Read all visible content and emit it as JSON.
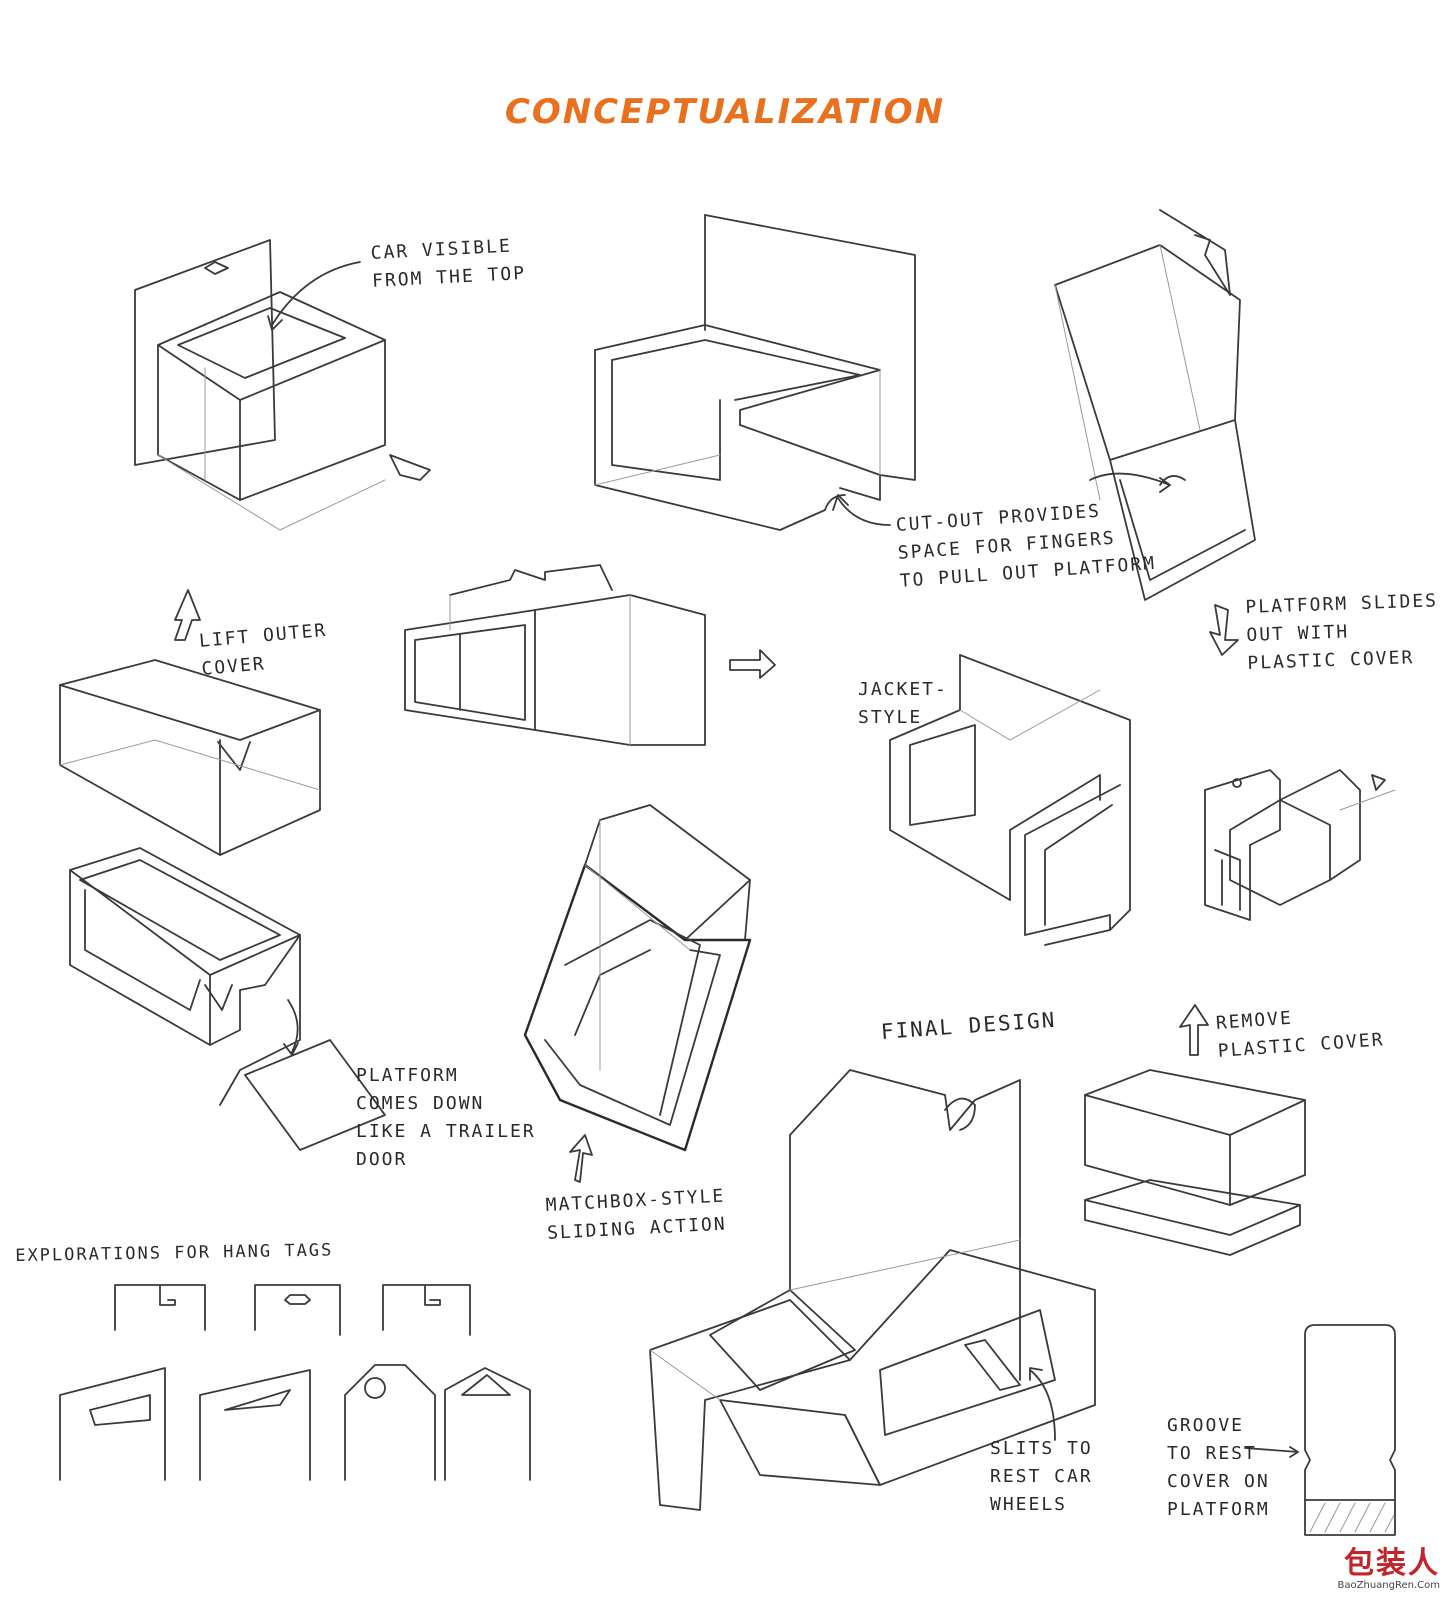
{
  "title": "CONCEPTUALIZATION",
  "colors": {
    "title": "#e8701e",
    "pencil": "#3a3a3a",
    "watermark": "#c0242c"
  },
  "notes": {
    "car_visible": [
      "Car visible",
      "from the top"
    ],
    "cut_out": [
      "Cut-out provides",
      "space for fingers",
      "to pull out platform"
    ],
    "platform_slides": [
      "Platform slides",
      "out with",
      "plastic cover"
    ],
    "lift_outer": [
      "Lift outer",
      "cover"
    ],
    "jacket": [
      "Jacket-",
      "style"
    ],
    "platform_down": [
      "Platform",
      "comes down",
      "like a trailer",
      "door"
    ],
    "matchbox": [
      "Matchbox-style",
      "sliding action"
    ],
    "final_design": [
      "Final Design"
    ],
    "remove_plastic": [
      "Remove",
      "plastic cover"
    ],
    "hang_tags": [
      "Explorations for hang tags"
    ],
    "slits": [
      "Slits to",
      "rest car",
      "wheels"
    ],
    "groove": [
      "Groove",
      "to rest",
      "cover on",
      "platform"
    ]
  },
  "watermark": {
    "chinese": "包装人",
    "url": "BaoZhuangRen.Com"
  }
}
